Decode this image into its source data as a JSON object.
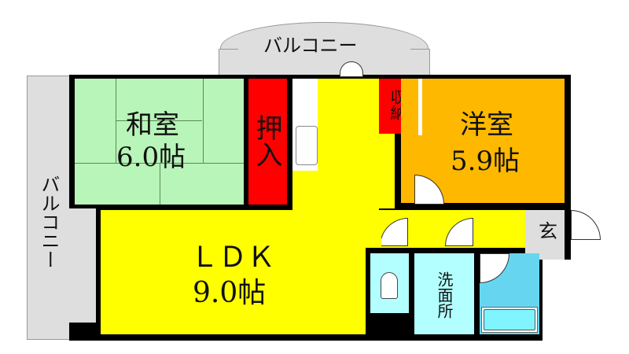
{
  "colors": {
    "wall": "#000000",
    "washitsu": "#b8f5b8",
    "storage": "#ff0000",
    "yellow": "#ffff00",
    "youshitsu": "#ffb800",
    "balcony": "#dedede",
    "washroom": "#b3ffff",
    "bath": "#66d6f0",
    "tub": "#80f4ff"
  },
  "rooms": {
    "washitsu": {
      "name": "和室",
      "size": "6.0帖"
    },
    "oshiire": {
      "name": "押入"
    },
    "ldk": {
      "name": "ＬＤＫ",
      "size": "9.0帖"
    },
    "youshitsu": {
      "name": "洋室",
      "size": "5.9帖"
    },
    "shuunou": {
      "name": "収納"
    },
    "genkan": {
      "name": "玄"
    },
    "senmenjo": {
      "name": "洗面所"
    },
    "balcony_top": {
      "name": "バルコニー"
    },
    "balcony_left": {
      "name": "バルコニー"
    }
  },
  "icons": [
    "toilet-icon",
    "bathtub-icon",
    "door-swing-icon",
    "kitchen-sink-icon"
  ]
}
